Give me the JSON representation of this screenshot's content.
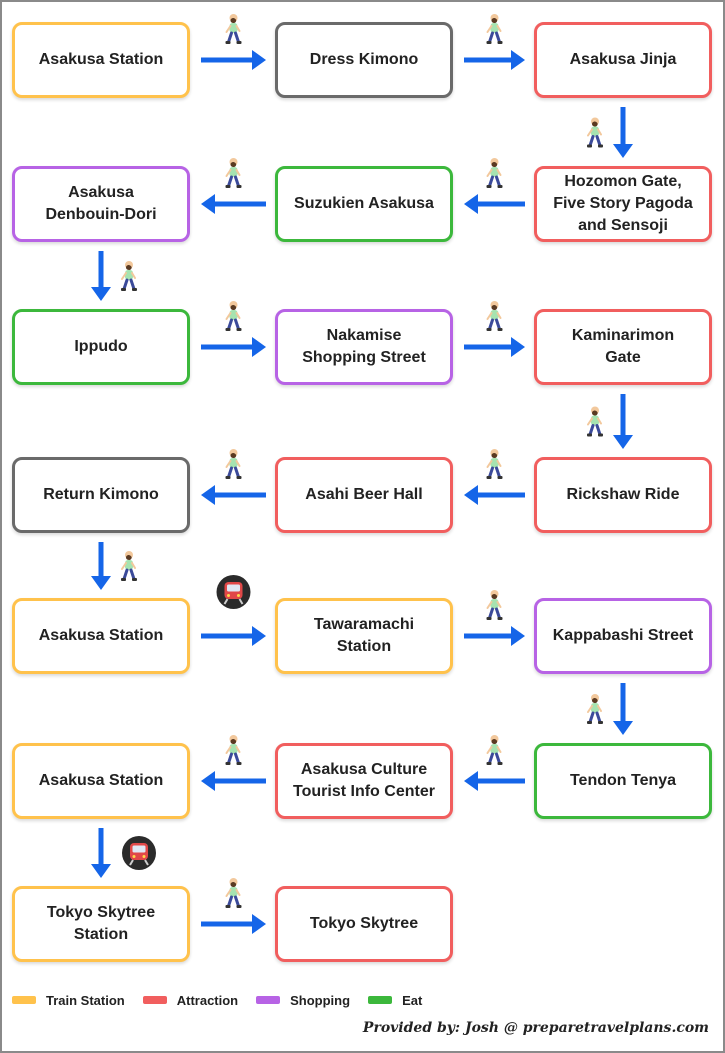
{
  "colors": {
    "train_station": "#FFC24C",
    "attraction": "#F15E5E",
    "shopping": "#B763E5",
    "eat": "#3CB83C",
    "kimono": "#6A6A6A",
    "arrow": "#1565E8"
  },
  "nodes": [
    {
      "label": "Asakusa Station",
      "category": "train_station"
    },
    {
      "label": "Dress Kimono",
      "category": "kimono"
    },
    {
      "label": "Asakusa Jinja",
      "category": "attraction"
    },
    {
      "label": "Hozomon Gate,\nFive Story Pagoda\nand Sensoji",
      "category": "attraction"
    },
    {
      "label": "Suzukien Asakusa",
      "category": "eat"
    },
    {
      "label": "Asakusa\nDenbouin-Dori",
      "category": "shopping"
    },
    {
      "label": "Ippudo",
      "category": "eat"
    },
    {
      "label": "Nakamise\nShopping Street",
      "category": "shopping"
    },
    {
      "label": "Kaminarimon\nGate",
      "category": "attraction"
    },
    {
      "label": "Rickshaw Ride",
      "category": "attraction"
    },
    {
      "label": "Asahi Beer Hall",
      "category": "attraction"
    },
    {
      "label": "Return Kimono",
      "category": "kimono"
    },
    {
      "label": "Asakusa Station",
      "category": "train_station"
    },
    {
      "label": "Tawaramachi\nStation",
      "category": "train_station"
    },
    {
      "label": "Kappabashi Street",
      "category": "shopping"
    },
    {
      "label": "Tendon Tenya",
      "category": "eat"
    },
    {
      "label": "Asakusa Culture\nTourist Info Center",
      "category": "attraction"
    },
    {
      "label": "Asakusa Station",
      "category": "train_station"
    },
    {
      "label": "Tokyo Skytree\nStation",
      "category": "train_station"
    },
    {
      "label": "Tokyo Skytree",
      "category": "attraction"
    }
  ],
  "connections": [
    {
      "from": 0,
      "to": 1,
      "mode": "walk"
    },
    {
      "from": 1,
      "to": 2,
      "mode": "walk"
    },
    {
      "from": 2,
      "to": 3,
      "mode": "walk"
    },
    {
      "from": 3,
      "to": 4,
      "mode": "walk"
    },
    {
      "from": 4,
      "to": 5,
      "mode": "walk"
    },
    {
      "from": 5,
      "to": 6,
      "mode": "walk"
    },
    {
      "from": 6,
      "to": 7,
      "mode": "walk"
    },
    {
      "from": 7,
      "to": 8,
      "mode": "walk"
    },
    {
      "from": 8,
      "to": 9,
      "mode": "walk"
    },
    {
      "from": 9,
      "to": 10,
      "mode": "walk"
    },
    {
      "from": 10,
      "to": 11,
      "mode": "walk"
    },
    {
      "from": 11,
      "to": 12,
      "mode": "walk"
    },
    {
      "from": 12,
      "to": 13,
      "mode": "train"
    },
    {
      "from": 13,
      "to": 14,
      "mode": "walk"
    },
    {
      "from": 14,
      "to": 15,
      "mode": "walk"
    },
    {
      "from": 15,
      "to": 16,
      "mode": "walk"
    },
    {
      "from": 16,
      "to": 17,
      "mode": "walk"
    },
    {
      "from": 17,
      "to": 18,
      "mode": "train"
    },
    {
      "from": 18,
      "to": 19,
      "mode": "walk"
    }
  ],
  "legend": [
    {
      "label": "Train Station",
      "category": "train_station"
    },
    {
      "label": "Attraction",
      "category": "attraction"
    },
    {
      "label": "Shopping",
      "category": "shopping"
    },
    {
      "label": "Eat",
      "category": "eat"
    }
  ],
  "credit": "Provided by: Josh @ preparetravelplans.com"
}
